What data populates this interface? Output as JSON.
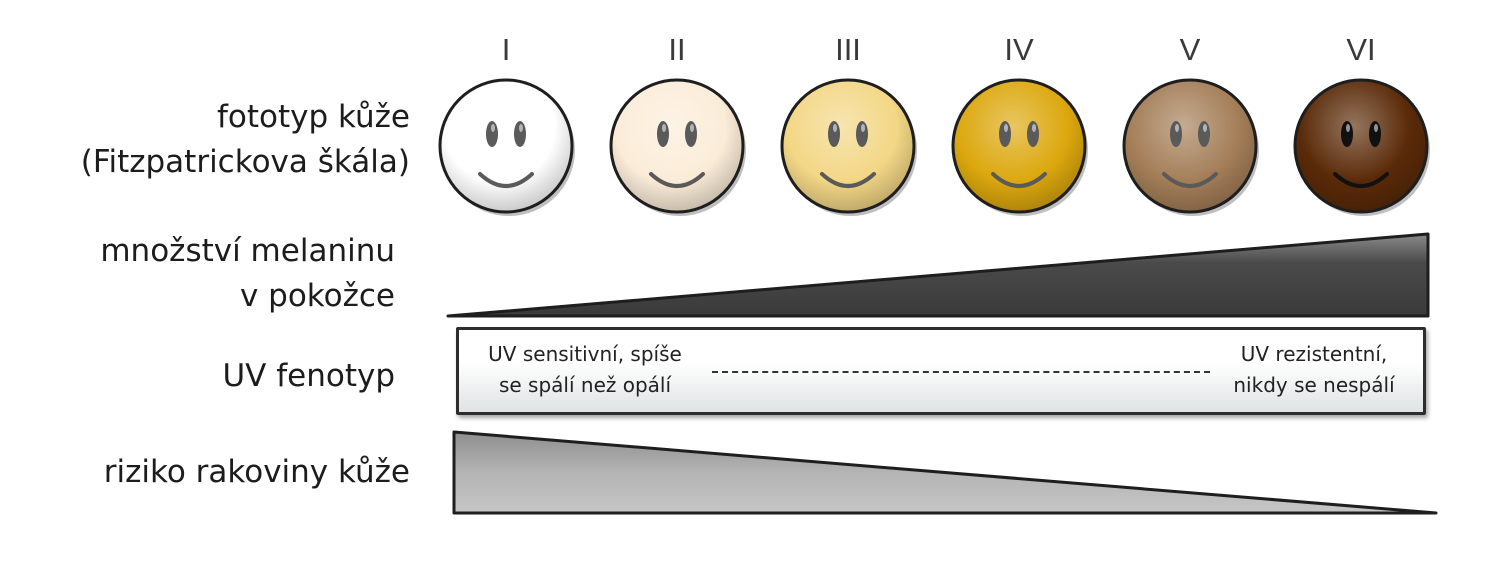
{
  "labels": {
    "phototype_line1": "fototyp kůže",
    "phototype_line2": "(Fitzpatrickova škála)",
    "melanin_line1": "množství melaninu",
    "melanin_line2": "v pokožce",
    "uv_phenotype": "UV fenotyp",
    "cancer_risk": "riziko rakoviny kůže"
  },
  "skin_types": [
    {
      "numeral": "I",
      "color": "#ffffff",
      "feature_color": "#5a5a5a"
    },
    {
      "numeral": "II",
      "color": "#fbecd8",
      "feature_color": "#5a5a5a"
    },
    {
      "numeral": "III",
      "color": "#f3d786",
      "feature_color": "#5a5a5a"
    },
    {
      "numeral": "IV",
      "color": "#dca80e",
      "feature_color": "#5a5a5a"
    },
    {
      "numeral": "V",
      "color": "#a47e58",
      "feature_color": "#5a5a5a"
    },
    {
      "numeral": "VI",
      "color": "#5a2a08",
      "feature_color": "#111111"
    }
  ],
  "uv": {
    "left_line1": "UV sensitivní, spíše",
    "left_line2": "se spálí než opálí",
    "right_line1": "UV rezistentní,",
    "right_line2": "nikdy se nespálí"
  }
}
